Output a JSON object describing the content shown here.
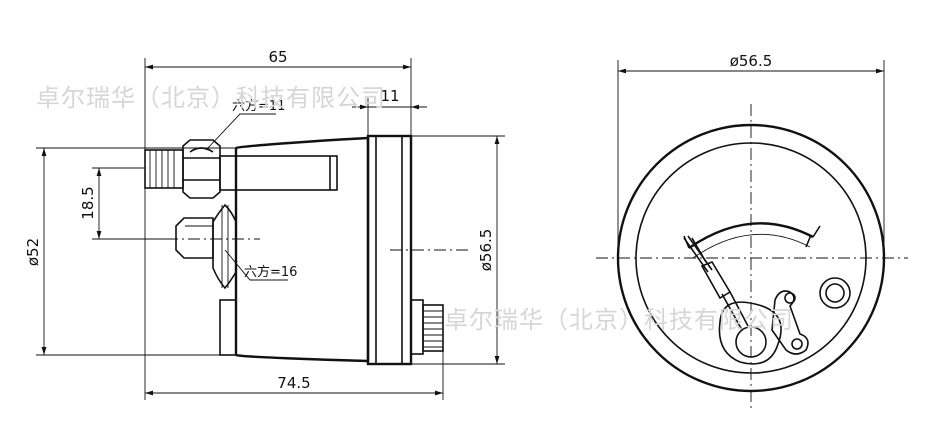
{
  "watermark": "卓尔瑞华（北京）科技有限公司",
  "side_view": {
    "dims": {
      "top_length": "65",
      "small_width": "11",
      "height_left": "ø52",
      "offset": "18.5",
      "height_right": "ø56.5",
      "total_length": "74.5"
    },
    "notes": {
      "hex_top": "六方=11",
      "hex_bottom": "六方=16"
    }
  },
  "front_view": {
    "dims": {
      "diameter": "ø56.5"
    }
  }
}
